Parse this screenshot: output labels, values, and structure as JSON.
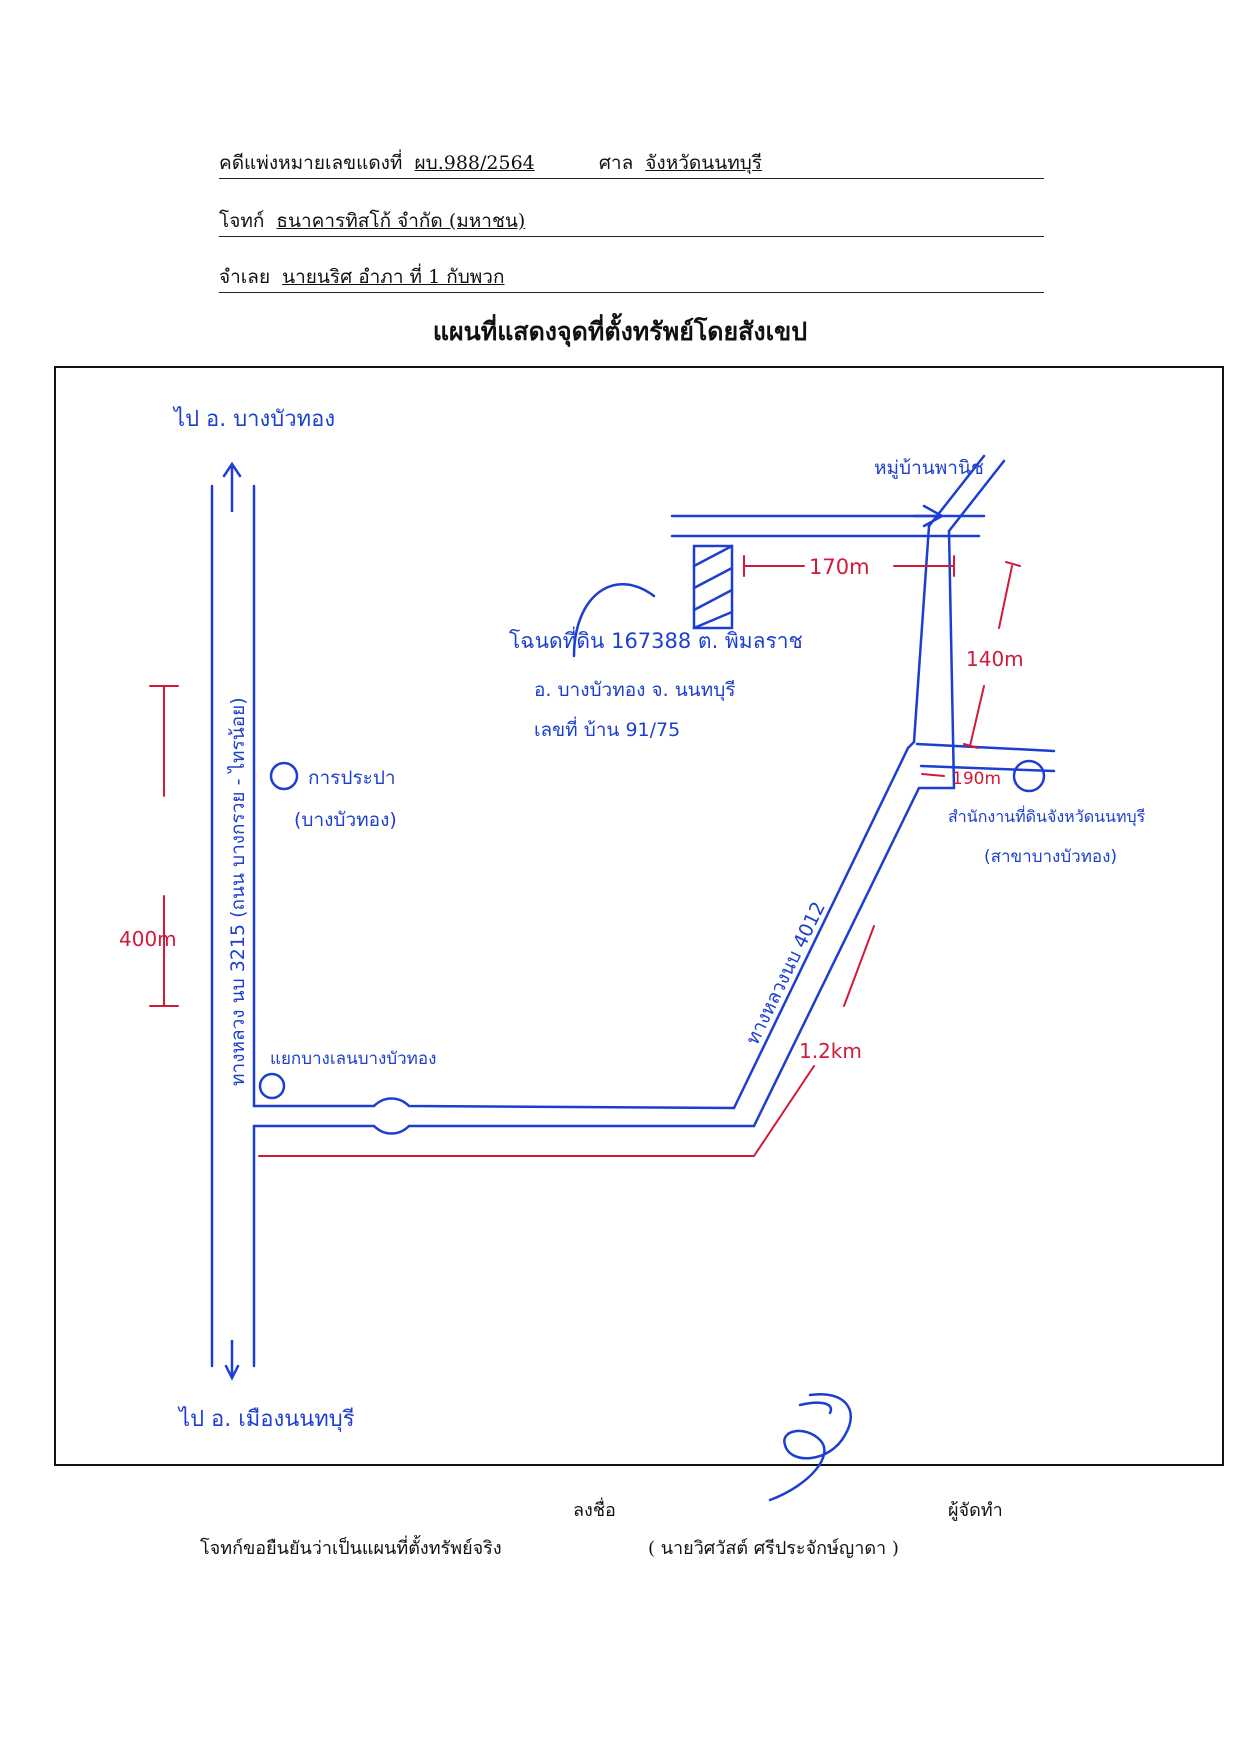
{
  "header": {
    "case_label": "คดีแพ่งหมายเลขแดงที่",
    "case_no": "ผบ.988/2564",
    "court_label": "ศาล",
    "court": "จังหวัดนนทบุรี",
    "plaintiff_label": "โจทก์",
    "plaintiff": "ธนาคารทิสโก้ จำกัด (มหาชน)",
    "defendant_label": "จำเลย",
    "defendant": "นายนริศ อำภา ที่ 1 กับพวก"
  },
  "map_title": "แผนที่แสดงจุดที่ตั้งทรัพย์โดยสังเขป",
  "map": {
    "to_bangbuathong": "ไป อ. บางบัวทอง",
    "to_mueang": "ไป อ. เมืองนนทบุรี",
    "road_3215": "ทางหลวง นบ 3215 (ถนน บางกรวย - ไทรน้อย)",
    "road_4012": "ทางหลวงนบ 4012",
    "village": "หมู่บ้านพานิช",
    "waterworks": "การประปา",
    "waterworks_sub": "(บางบัวทอง)",
    "junction": "แยกบางเลนบางบัวทอง",
    "title_deed": "โฉนดที่ดิน 167388 ต. พิมลราช",
    "district": "อ. บางบัวทอง จ. นนทบุรี",
    "house_no": "เลขที่ บ้าน 91/75",
    "land_office": "สำนักงานที่ดินจังหวัดนนทบุรี",
    "land_office_sub": "(สาขาบางบัวทอง)",
    "dist_400": "400m",
    "dist_170": "170m",
    "dist_140": "140m",
    "dist_190": "190m",
    "dist_12": "1.2km",
    "colors": {
      "ink_blue": "#1c3fd1",
      "ink_red": "#d21a3a"
    }
  },
  "footer": {
    "sign_label": "ลงชื่อ",
    "preparer_label": "ผู้จัดทำ",
    "certify": "โจทก์ขอยืนยันว่าเป็นแผนที่ตั้งทรัพย์จริง",
    "preparer_name": "( นายวิศวัสต์ ศรีประจักษ์ญาดา )"
  }
}
